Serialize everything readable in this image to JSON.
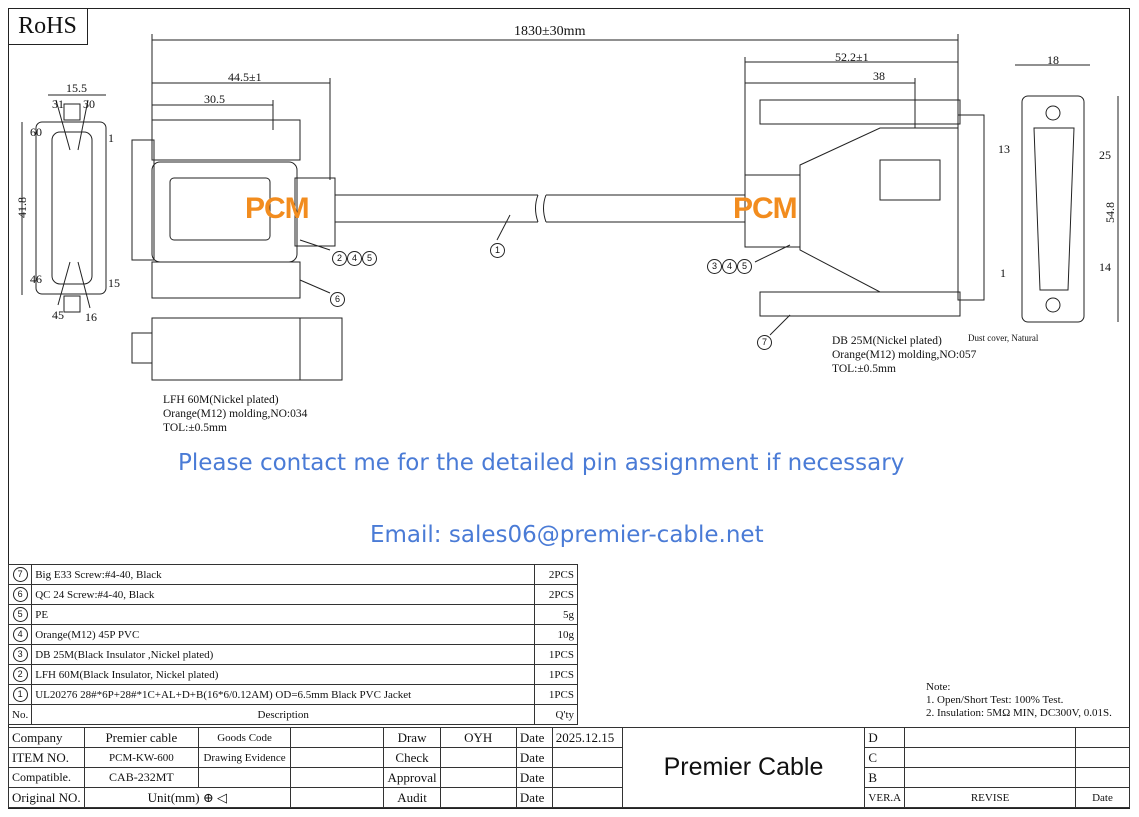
{
  "rohs": "RoHS",
  "dims": {
    "overall": "1830±30mm",
    "left_len": "44.5±1",
    "left_inner": "30.5",
    "left_width": "15.5",
    "left_height": "41.8",
    "pin31": "31",
    "pin30": "30",
    "pin60": "60",
    "pin1": "1",
    "pin46": "46",
    "pin15": "15",
    "pin45": "45",
    "pin16": "16",
    "right_len": "52.2±1",
    "right_inner": "38",
    "right_width": "18",
    "right_height": "54.8",
    "r13": "13",
    "r25": "25",
    "r1": "1",
    "r14": "14"
  },
  "callouts": {
    "c1": "1",
    "c2": "2",
    "c3": "3",
    "c4": "4",
    "c5": "5",
    "c6": "6",
    "c7": "7"
  },
  "watermark": "PCM",
  "left_note": [
    "LFH 60M(Nickel plated)",
    "Orange(M12) molding,NO:034",
    "TOL:±0.5mm"
  ],
  "right_note": [
    "DB 25M(Nickel plated)",
    "Orange(M12) molding,NO:057",
    "TOL:±0.5mm"
  ],
  "dust_cover": "Dust cover, Natural",
  "contact_line": "Please contact me for the detailed pin assignment if necessary",
  "email_line": "Email: sales06@premier-cable.net",
  "bom": [
    {
      "no": "7",
      "desc": "Big E33 Screw:#4-40, Black",
      "qty": "2PCS"
    },
    {
      "no": "6",
      "desc": "QC 24 Screw:#4-40, Black",
      "qty": "2PCS"
    },
    {
      "no": "5",
      "desc": "PE",
      "qty": "5g"
    },
    {
      "no": "4",
      "desc": "Orange(M12) 45P PVC",
      "qty": "10g"
    },
    {
      "no": "3",
      "desc": "DB 25M(Black Insulator ,Nickel plated)",
      "qty": "1PCS"
    },
    {
      "no": "2",
      "desc": "LFH 60M(Black Insulator, Nickel plated)",
      "qty": "1PCS"
    },
    {
      "no": "1",
      "desc": "UL20276 28#*6P+28#*1C+AL+D+B(16*6/0.12AM) OD=6.5mm Black PVC Jacket",
      "qty": "1PCS"
    }
  ],
  "bom_header": {
    "no": "No.",
    "desc": "Description",
    "qty": "Q'ty"
  },
  "notes": [
    "Note:",
    "1. Open/Short Test: 100% Test.",
    "2. Insulation: 5MΩ MIN, DC300V, 0.01S."
  ],
  "title_block": {
    "company_label": "Company",
    "company_value": "Premier cable",
    "goods_code": "Goods Code",
    "item_label": "ITEM NO.",
    "item_value": "PCM-KW-600",
    "drawing_evidence": "Drawing Evidence",
    "compatible_label": "Compatible.",
    "compatible_value": "CAB-232MT",
    "original_label": "Original NO.",
    "unit_label": "Unit(mm)",
    "draw_label": "Draw",
    "draw_value": "OYH",
    "check_label": "Check",
    "approval_label": "Approval",
    "audit_label": "Audit",
    "date_label": "Date",
    "draw_date": "2025.12.15",
    "brand": "Premier Cable",
    "rev_d": "D",
    "rev_c": "C",
    "rev_b": "B",
    "ver_a": "VER.A",
    "revise": "REVISE",
    "date_col": "Date"
  }
}
